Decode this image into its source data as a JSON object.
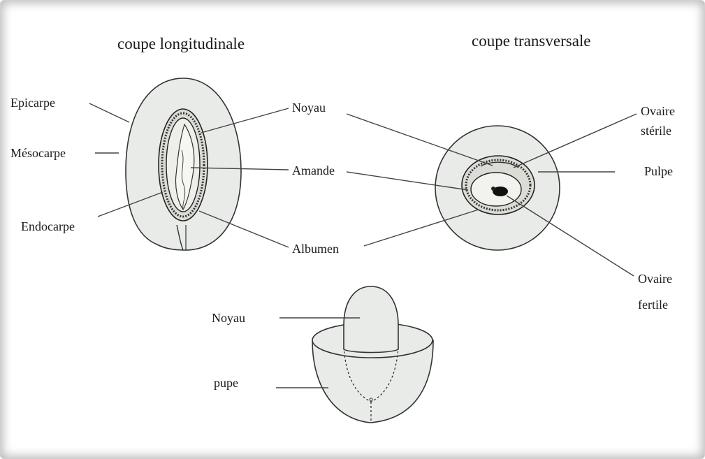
{
  "titles": {
    "longitudinal": "coupe longitudinale",
    "transverse": "coupe transversale"
  },
  "labels": {
    "epicarpe": "Epicarpe",
    "mesocarpe": "Mésocarpe",
    "endocarpe": "Endocarpe",
    "noyau_top": "Noyau",
    "amande": "Amande",
    "albumen": "Albumen",
    "ovaire_sterile_1": "Ovaire",
    "ovaire_sterile_2": "stérile",
    "pulpe": "Pulpe",
    "ovaire_fertile_1": "Ovaire",
    "ovaire_fertile_2": "fertile",
    "noyau_bottom": "Noyau",
    "pupe": "pupe"
  },
  "colors": {
    "fill": "#e8ebe8",
    "ink": "#333333"
  }
}
